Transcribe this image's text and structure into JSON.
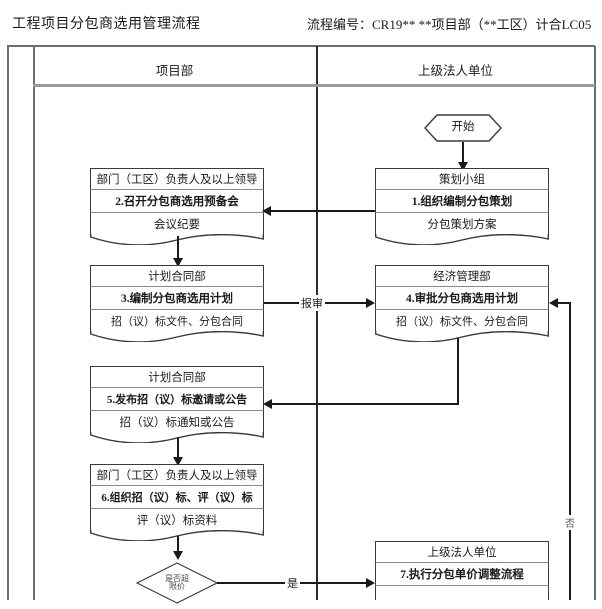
{
  "header": {
    "title": "工程项目分包商选用管理流程",
    "code_label": "流程编号：",
    "code_value": "CR19** **项目部（**工区）计合LC05",
    "code_full": "流程编号：CR19** **项目部（**工区）计合LC05"
  },
  "columns": [
    {
      "id": "project-dept",
      "label": "项目部"
    },
    {
      "id": "superior-legal-entity",
      "label": "上级法人单位"
    }
  ],
  "nodes": {
    "start": {
      "label": "开始",
      "shape": "hexagon"
    },
    "n1": {
      "role": "策划小组",
      "action": "1.组织编制分包策划",
      "doc": "分包策划方案",
      "number": "1",
      "column": "superior-legal-entity"
    },
    "n2": {
      "role": "部门（工区）负责人及以上领导",
      "action": "2.召开分包商选用预备会",
      "doc": "会议纪要",
      "number": "2",
      "column": "project-dept"
    },
    "n3": {
      "role": "计划合同部",
      "action": "3.编制分包商选用计划",
      "doc": "招（议）标文件、分包合同",
      "number": "3",
      "column": "project-dept"
    },
    "n4": {
      "role": "经济管理部",
      "action": "4.审批分包商选用计划",
      "doc": "招（议）标文件、分包合同",
      "number": "4",
      "column": "superior-legal-entity"
    },
    "n5": {
      "role": "计划合同部",
      "action": "5.发布招（议）标邀请或公告",
      "doc": "招（议）标通知或公告",
      "number": "5",
      "column": "project-dept"
    },
    "n6": {
      "role": "部门（工区）负责人及以上领导",
      "action": "6.组织招（议）标、评（议）标",
      "doc": "评（议）标资料",
      "number": "6",
      "column": "project-dept"
    },
    "n7": {
      "role": "上级法人单位",
      "action": "7.执行分包单价调整流程",
      "doc": "",
      "number": "7",
      "column": "superior-legal-entity"
    },
    "decision": {
      "line1": "是否超",
      "line2": "限价",
      "text": "是否超限价",
      "shape": "diamond"
    }
  },
  "edge_labels": {
    "submit_review": "报审",
    "yes": "是",
    "no": "否"
  },
  "colors": {
    "line": "#1a1a1a",
    "frame": "#6e6e6e",
    "node_border": "#3a3a3a",
    "divider": "#8a8a8a",
    "background": "#ffffff"
  }
}
